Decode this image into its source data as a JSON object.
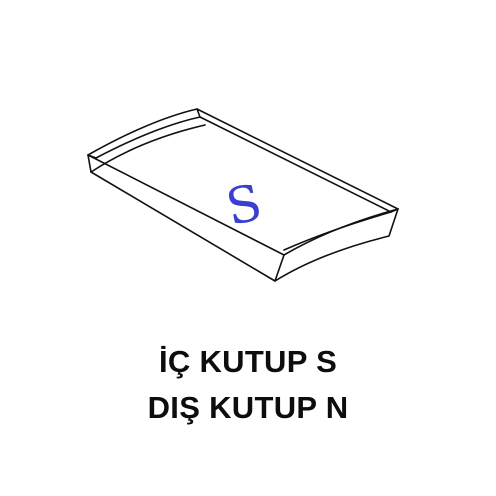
{
  "product": {
    "pole_letter": "S",
    "pole_letter_color": "#3a3fd0",
    "outline_color": "#111111"
  },
  "caption": {
    "inner_pole": "İÇ KUTUP S",
    "outer_pole": "DIŞ KUTUP N"
  }
}
